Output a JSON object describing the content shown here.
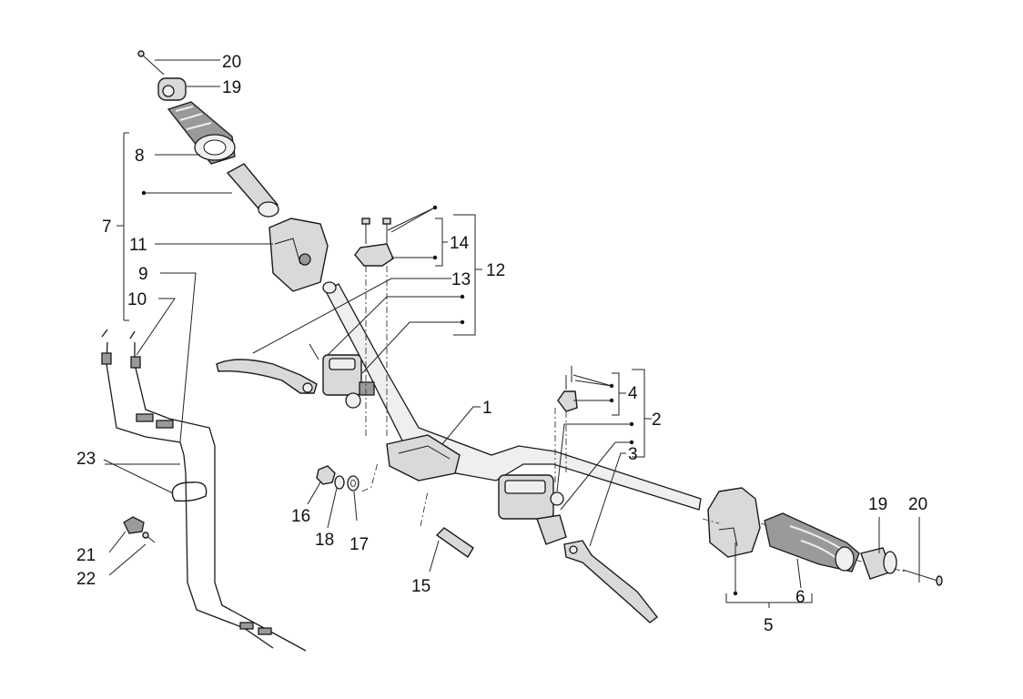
{
  "labels": {
    "l1": "1",
    "l2": "2",
    "l3": "3",
    "l4": "4",
    "l5": "5",
    "l6": "6",
    "l7": "7",
    "l8": "8",
    "l9": "9",
    "l10": "10",
    "l11": "11",
    "l12": "12",
    "l13": "13",
    "l14": "14",
    "l15": "15",
    "l16": "16",
    "l17": "17",
    "l18": "18",
    "l19a": "19",
    "l19b": "19",
    "l20a": "20",
    "l20b": "20",
    "l21": "21",
    "l22": "22",
    "l23": "23"
  }
}
